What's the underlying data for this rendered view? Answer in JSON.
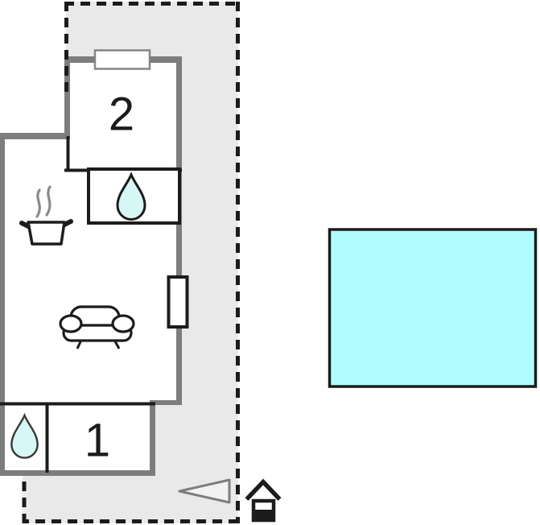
{
  "plan": {
    "rooms": [
      {
        "id": "room-2",
        "label": "2"
      },
      {
        "id": "room-1",
        "label": "1"
      }
    ]
  },
  "colors": {
    "plot_fill": "#E9E9E9",
    "wall_gray": "#7D7D7D",
    "outline_black": "#1c1c1c",
    "pool_fill": "#B0FDFF",
    "water_drop_fill": "#D6F7F5",
    "arrow_fill": "#F2F2F2",
    "window_border_gray": "#868686"
  },
  "icons": {
    "shower": "water-drop-icon",
    "kitchen": "stove-pot-icon",
    "kitchen_steam": "steam-icon",
    "living": "sofa-icon",
    "window_top": "window-icon",
    "window_right": "window-icon",
    "pool": "swimming-pool",
    "orientation": "direction-arrow-icon",
    "entrance": "house-icon"
  }
}
